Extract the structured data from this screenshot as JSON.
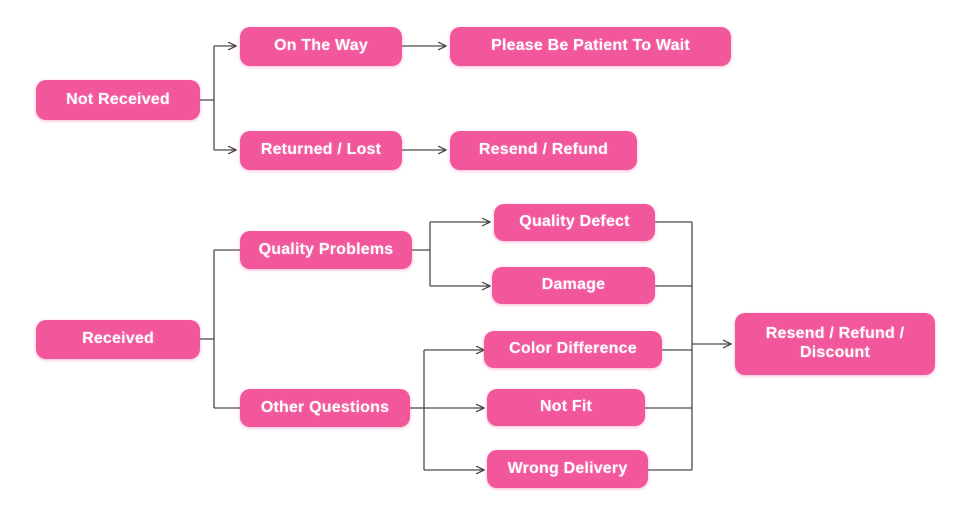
{
  "diagram": {
    "title": "Order Problem Resolution Flowchart",
    "accent_color": "#f2569b",
    "text_color": "#ffffff",
    "line_color": "#4a4a4a",
    "background_color": "#ffffff"
  },
  "nodes": {
    "not_received": "Not Received",
    "on_the_way": "On The Way",
    "please_be_patient": "Please Be Patient To Wait",
    "returned_lost": "Returned / Lost",
    "resend_refund": "Resend / Refund",
    "received": "Received",
    "quality_problems": "Quality Problems",
    "other_questions": "Other Questions",
    "quality_defect": "Quality Defect",
    "damage": "Damage",
    "color_difference": "Color Difference",
    "not_fit": "Not Fit",
    "wrong_delivery": "Wrong Delivery",
    "resend_refund_discount": "Resend / Refund /\nDiscount"
  },
  "chart_data": {
    "type": "diagram",
    "layout": "left-to-right flowchart",
    "roots": [
      "Not Received",
      "Received"
    ],
    "edges": [
      {
        "from": "Not Received",
        "to": "On The Way",
        "arrow": true
      },
      {
        "from": "Not Received",
        "to": "Returned / Lost",
        "arrow": true
      },
      {
        "from": "On The Way",
        "to": "Please Be Patient To Wait",
        "arrow": true
      },
      {
        "from": "Returned / Lost",
        "to": "Resend / Refund",
        "arrow": true
      },
      {
        "from": "Received",
        "to": "Quality Problems",
        "arrow": false
      },
      {
        "from": "Received",
        "to": "Other Questions",
        "arrow": false
      },
      {
        "from": "Quality Problems",
        "to": "Quality Defect",
        "arrow": true
      },
      {
        "from": "Quality Problems",
        "to": "Damage",
        "arrow": true
      },
      {
        "from": "Other Questions",
        "to": "Color Difference",
        "arrow": true
      },
      {
        "from": "Other Questions",
        "to": "Not Fit",
        "arrow": true
      },
      {
        "from": "Other Questions",
        "to": "Wrong Delivery",
        "arrow": true
      },
      {
        "from": "Quality Defect",
        "to": "Resend / Refund / Discount",
        "arrow": true
      },
      {
        "from": "Damage",
        "to": "Resend / Refund / Discount",
        "arrow": true
      },
      {
        "from": "Color Difference",
        "to": "Resend / Refund / Discount",
        "arrow": true
      },
      {
        "from": "Not Fit",
        "to": "Resend / Refund / Discount",
        "arrow": true
      },
      {
        "from": "Wrong Delivery",
        "to": "Resend / Refund / Discount",
        "arrow": true
      }
    ]
  }
}
